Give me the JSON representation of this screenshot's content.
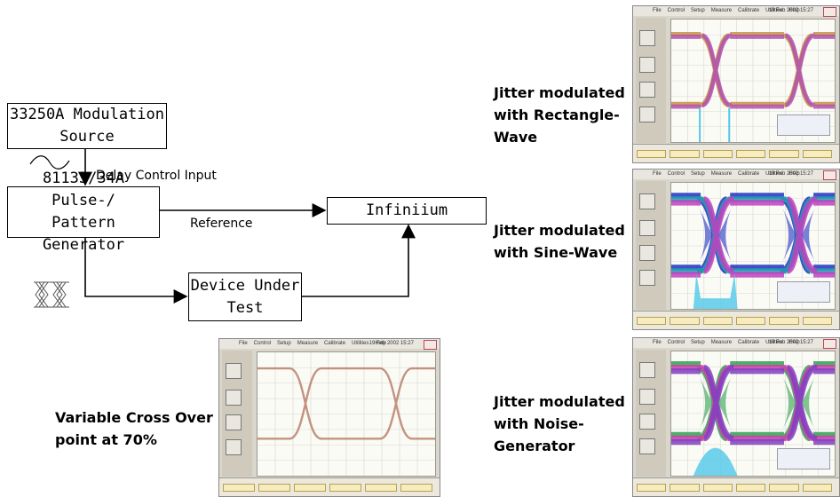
{
  "diagram": {
    "modulation_source": {
      "line1": "33250A Modulation",
      "line2": "Source"
    },
    "pulse_generator": {
      "line1": "81133/34A Pulse-/",
      "line2": "Pattern Generator"
    },
    "infiniium": {
      "label": "Infiniium"
    },
    "dut": {
      "line1": "Device Under",
      "line2": "Test"
    },
    "delay_control_label": "Delay Control Input",
    "reference_label": "Reference"
  },
  "captions": {
    "crossover": {
      "line1": "Variable Cross Over",
      "line2": "point at 70%"
    },
    "rectangle": {
      "line1": "Jitter modulated",
      "line2": "with Rectangle-",
      "line3": "Wave"
    },
    "sine": {
      "line1": "Jitter modulated",
      "line2": "with Sine-Wave"
    },
    "noise": {
      "line1": "Jitter modulated",
      "line2": "with Noise-",
      "line3": "Generator"
    }
  },
  "scope": {
    "menu": [
      "File",
      "Control",
      "Setup",
      "Measure",
      "Calibrate",
      "Utilities",
      "Help"
    ],
    "date": "19 Feb 2002 15:27",
    "colors": {
      "eye_basic": "#b8806a",
      "eye_rect": [
        "#c89040",
        "#b050b0"
      ],
      "eye_sine": [
        "#2030c0",
        "#20a0b0",
        "#c040c0"
      ],
      "eye_noise": [
        "#30a050",
        "#d040b0",
        "#8040c0"
      ],
      "histogram": "#50c8e8"
    }
  }
}
